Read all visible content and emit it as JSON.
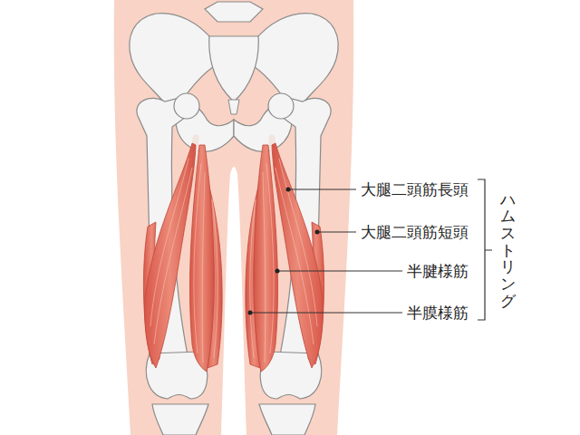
{
  "diagram": {
    "labels": [
      "大腿二頭筋長頭",
      "大腿二頭筋短頭",
      "半腱様筋",
      "半膜様筋",
      "ハムストリング"
    ]
  }
}
